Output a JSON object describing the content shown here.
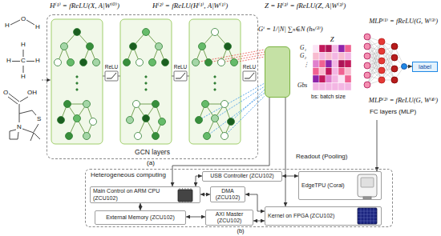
{
  "diagram": {
    "nodes": [
      {
        "text": [
          "GCN layers"
        ]
      },
      {
        "text": [
          "Readout (Pooling)"
        ]
      },
      {
        "text": [
          "label"
        ]
      },
      {
        "text": [
          "Heterogeneous computing"
        ]
      },
      {
        "text": [
          "USB Controller (ZCU102)"
        ],
        "in": 3
      },
      {
        "text": [
          "EdgeTPU (Coral)"
        ],
        "in": 3
      },
      {
        "text": [
          "Main Control on ARM CPU (ZCU102)"
        ],
        "in": 3
      },
      {
        "text": [
          "DMA (ZCU102)"
        ],
        "in": 3
      },
      {
        "text": [
          "Kernel on FPGA (ZCU102)"
        ],
        "in": 3
      },
      {
        "text": [
          "External Memory (ZCU102)"
        ],
        "in": 3
      },
      {
        "text": [
          "AXI Master (ZCU102)"
        ],
        "in": 3
      }
    ],
    "edges": [
      {
        "from": 1,
        "to": 6,
        "arrow": "to"
      },
      {
        "from": 1,
        "to": 8,
        "arrow": "to"
      },
      {
        "from": 6,
        "to": 4,
        "arrow": "both"
      },
      {
        "from": 4,
        "to": 5,
        "arrow": "both"
      },
      {
        "from": 6,
        "to": 7,
        "arrow": "both"
      },
      {
        "from": 7,
        "to": 8,
        "arrow": "both"
      },
      {
        "from": 6,
        "to": 9,
        "arrow": "both"
      },
      {
        "from": 9,
        "to": 10,
        "arrow": "both"
      },
      {
        "from": 10,
        "to": 8,
        "arrow": "both"
      }
    ],
    "labels": [
      "H",
      "O",
      "H",
      "H",
      "H",
      "C",
      "H",
      "H",
      "O",
      "OH",
      "N",
      "S",
      "H⁽¹⁾ = fReLU(X, A|W⁽⁰⁾)",
      "H⁽²⁾ = fReLU(H⁽¹⁾, A|W⁽¹⁾)",
      "Z = H⁽³⁾ = fReLU(Z, A|W⁽³⁾)",
      "ReLU",
      "ReLU",
      "ReLU",
      "Gⁱ = 1/|N| ∑ₙ∈N (hₙ⁽³⁾)",
      "Z",
      "G₁",
      "G₂",
      "⋮",
      "Gbs",
      "bs: batch size",
      "MLP⁽¹⁾ = fReLU(G, W⁽³⁾)",
      "MLP⁽²⁾ = fReLU(G, W⁽⁴⁾)",
      "FC layers (MLP)",
      "(a)",
      "(b)"
    ]
  }
}
